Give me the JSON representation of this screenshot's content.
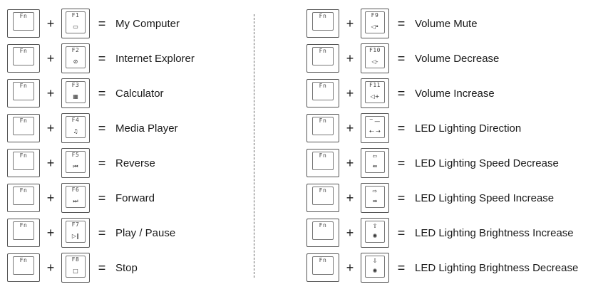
{
  "plus_symbol": "+",
  "equals_symbol": "=",
  "fn_label": "Fn",
  "left": [
    {
      "key": "F1",
      "icon": "▭",
      "icon_name": "computer-icon",
      "label": "My Computer"
    },
    {
      "key": "F2",
      "icon": "⊘",
      "icon_name": "browser-icon",
      "label": "Internet Explorer"
    },
    {
      "key": "F3",
      "icon": "▦",
      "icon_name": "calculator-icon",
      "label": "Calculator"
    },
    {
      "key": "F4",
      "icon": "♫",
      "icon_name": "music-icon",
      "label": "Media Player"
    },
    {
      "key": "F5",
      "icon": "⏮",
      "icon_name": "previous-track-icon",
      "label": "Reverse"
    },
    {
      "key": "F6",
      "icon": "⏭",
      "icon_name": "next-track-icon",
      "label": "Forward"
    },
    {
      "key": "F7",
      "icon": "▷‖",
      "icon_name": "play-pause-icon",
      "label": "Play / Pause"
    },
    {
      "key": "F8",
      "icon": "□",
      "icon_name": "stop-icon",
      "label": "Stop"
    }
  ],
  "right": [
    {
      "key": "F9",
      "icon": "◁•",
      "icon_name": "volume-mute-icon",
      "label": "Volume Mute"
    },
    {
      "key": "F10",
      "icon": "◁-",
      "icon_name": "volume-down-icon",
      "label": "Volume Decrease"
    },
    {
      "key": "F11",
      "icon": "◁+",
      "icon_name": "volume-up-icon",
      "label": "Volume Increase"
    },
    {
      "key": "",
      "top": "‾ —",
      "icon": "⇠ ⇢",
      "icon_name": "direction-arrows-icon",
      "label": "LED Lighting Direction"
    },
    {
      "key": "",
      "top": "⇦",
      "icon": "⇚",
      "icon_name": "arrow-left-icon",
      "label": "LED Lighting Speed Decrease"
    },
    {
      "key": "",
      "top": "⇨",
      "icon": "⇛",
      "icon_name": "arrow-right-icon",
      "label": "LED Lighting Speed Increase"
    },
    {
      "key": "",
      "top": "⇧",
      "icon": "✺",
      "icon_name": "arrow-up-icon",
      "label": "LED Lighting Brightness Increase"
    },
    {
      "key": "",
      "top": "⇩",
      "icon": "✺",
      "icon_name": "arrow-down-icon",
      "label": "LED Lighting Brightness Decrease"
    }
  ]
}
